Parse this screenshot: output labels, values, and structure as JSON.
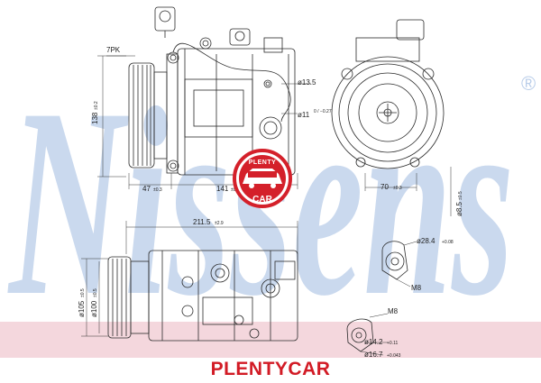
{
  "watermark": {
    "text": "Nissens",
    "registered": "®",
    "color": "#b9cde9"
  },
  "stamp": {
    "top": "PLENTY",
    "middle": "CAR",
    "color": "#d4202a"
  },
  "brand": {
    "text": "PLENTYCAR",
    "color": "#d21b25"
  },
  "band_color": "#f4d7dd",
  "dimensions": {
    "pulley_ribs": "7PK",
    "height_main": "138",
    "height_main_tol": "±0.2",
    "offset_left": "47",
    "offset_left_tol": "±0.3",
    "span_mid": "141",
    "span_mid_tol": "±0.5",
    "port_diameter": "ø13.5",
    "port_inner": "ø11",
    "port_inner_tol": "0 / −0.27",
    "rear_width": "70",
    "rear_width_tol": "±0.3",
    "bolt_hole": "ø8.5",
    "bolt_hole_tol": "±0.5",
    "overall_length": "211.5",
    "overall_length_tol": "±2.9",
    "pulley_diameter": "ø105",
    "pulley_diameter_tol": "±0.5",
    "pulley_groove": "ø100",
    "pulley_groove_tol": "±0.5",
    "fitting_a_diameter": "ø28.4",
    "fitting_a_tol": "+0.08",
    "fitting_a_thread": "M8",
    "fitting_b_thread": "M8",
    "fitting_b_diameter": "ø14.2",
    "fitting_b_tol": "+0.11",
    "fitting_b_outer": "ø16.7",
    "fitting_b_outer_tol": "+0.043"
  }
}
